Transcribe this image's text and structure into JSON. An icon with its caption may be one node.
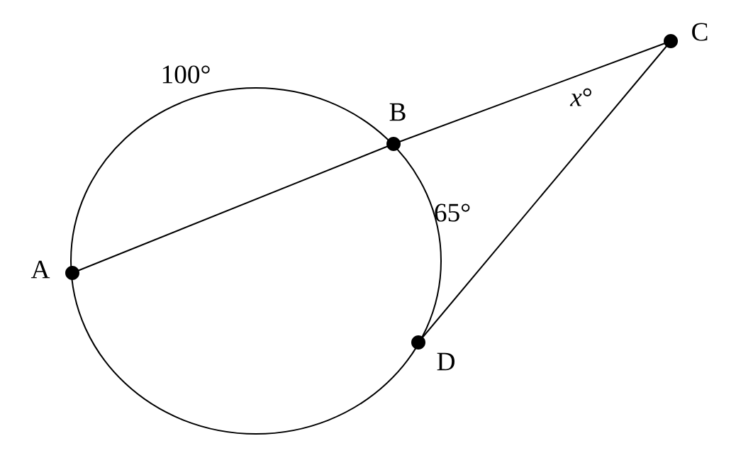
{
  "diagram": {
    "nodes": [
      {
        "text": [
          "A"
        ]
      },
      {
        "text": [
          "B"
        ]
      },
      {
        "text": [
          "C"
        ]
      },
      {
        "text": [
          "D"
        ]
      }
    ],
    "edges": [
      {
        "from": 0,
        "to": 1,
        "arrow": "none"
      },
      {
        "from": 1,
        "to": 2,
        "arrow": "none"
      },
      {
        "from": 2,
        "to": 3,
        "arrow": "none"
      }
    ],
    "labels": [
      "100°",
      "*x*°",
      "65°"
    ]
  }
}
